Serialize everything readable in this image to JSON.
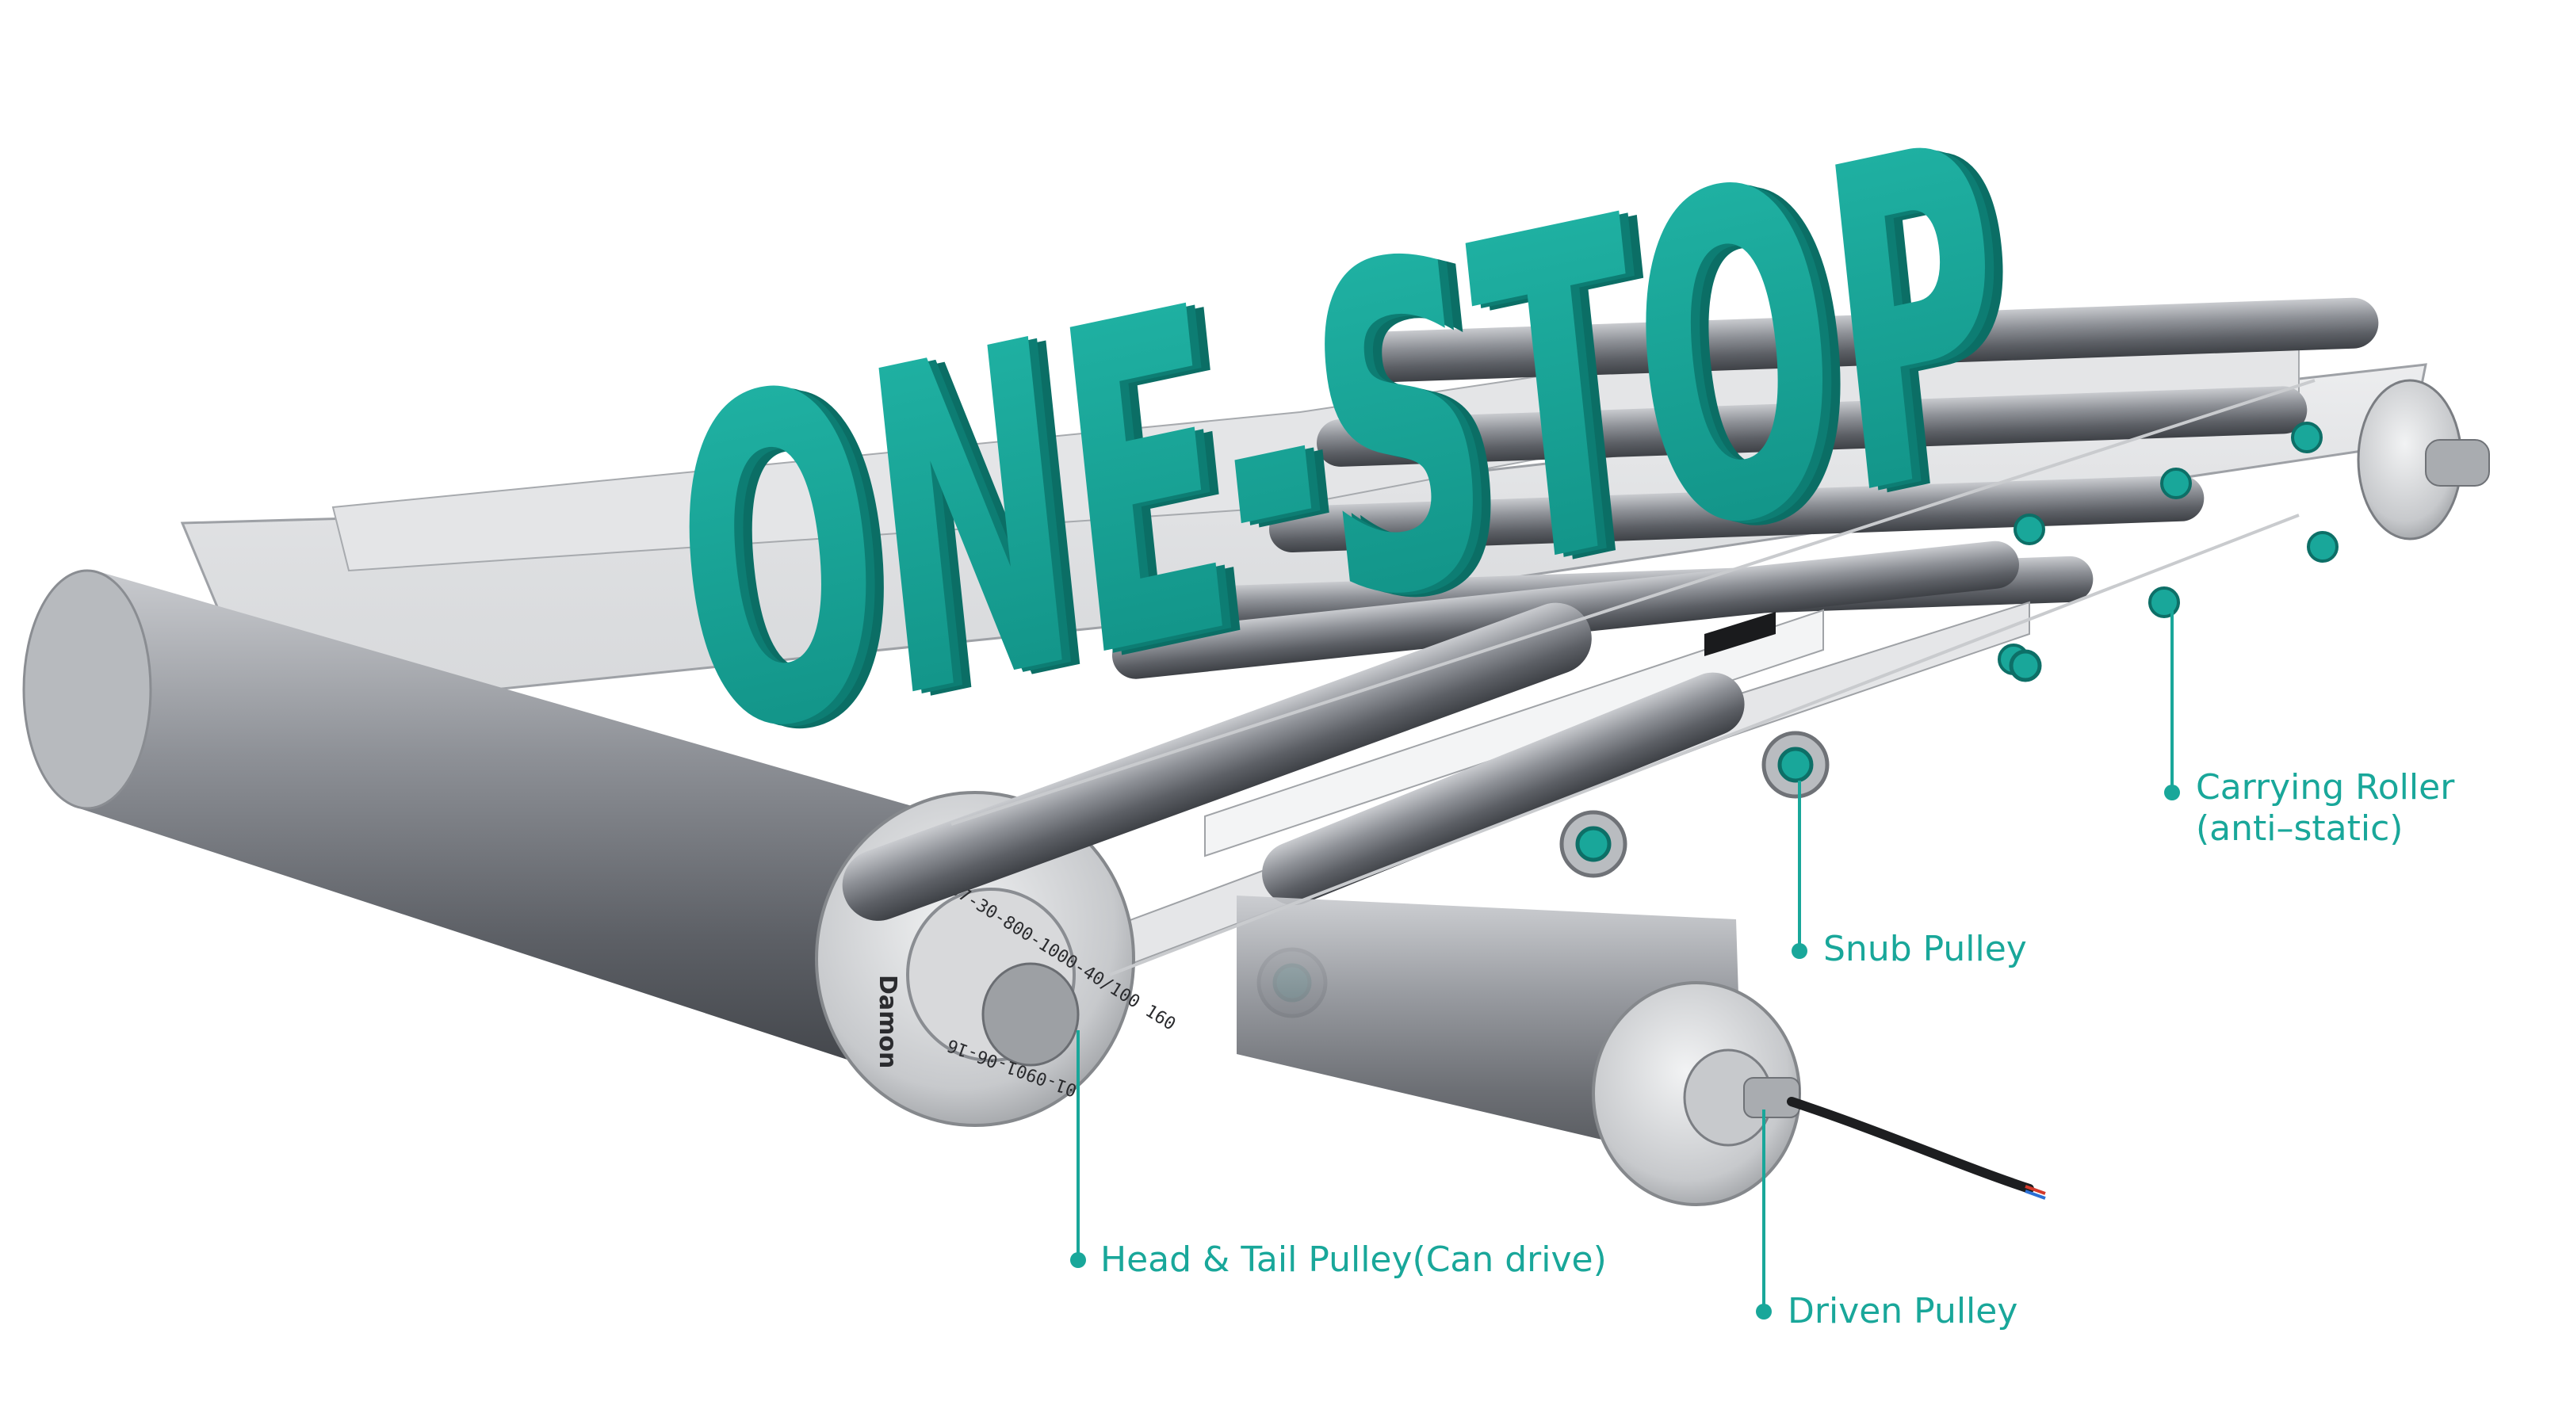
{
  "headline": "ONE-STOP",
  "accent_color": "#19a79a",
  "roller_colors": {
    "light": "#d4d6da",
    "mid": "#8a8d93",
    "dark": "#4d5056"
  },
  "end_cap_text": {
    "part_code": "BP-D-87-30-800-1000-40/100 160",
    "brand": "Damon",
    "serial": "01-0901-06-16"
  },
  "labels": {
    "carrying_roller": {
      "line1": "Carrying Roller",
      "line2": "(anti–static)"
    },
    "snub_pulley": "Snub Pulley",
    "head_tail_pulley": "Head & Tail Pulley(Can drive)",
    "driven_pulley": "Driven Pulley"
  }
}
